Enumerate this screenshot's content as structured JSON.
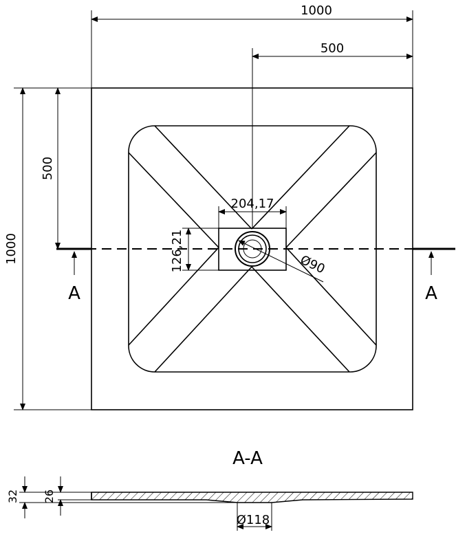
{
  "dimensions": {
    "overall_width": "1000",
    "half_width": "500",
    "overall_depth": "1000",
    "half_depth": "500",
    "drain_box_width": "204,17",
    "drain_box_height": "126,21",
    "drain_diameter": "Ø90",
    "bottom_drain_diameter": "Ø118",
    "total_height": "32",
    "tray_height": "26"
  },
  "section": {
    "marker_left": "A",
    "marker_right": "A",
    "title": "A-A"
  }
}
